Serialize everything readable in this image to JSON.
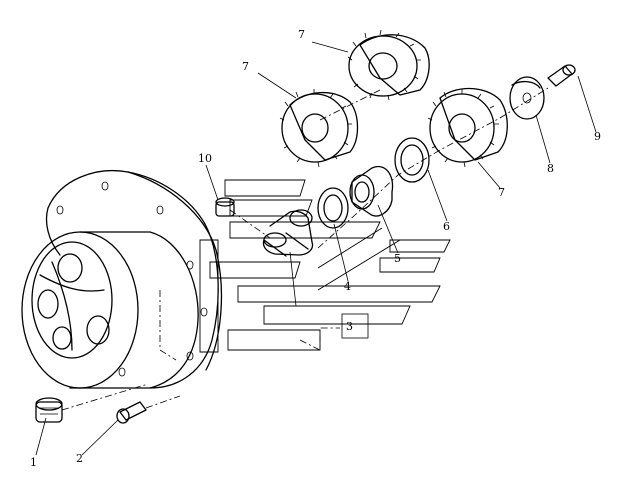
{
  "diagram": {
    "callouts": [
      {
        "id": "1",
        "label": "1"
      },
      {
        "id": "2",
        "label": "2"
      },
      {
        "id": "3",
        "label": "3"
      },
      {
        "id": "4",
        "label": "4"
      },
      {
        "id": "5",
        "label": "5"
      },
      {
        "id": "6",
        "label": "6"
      },
      {
        "id": "7a",
        "label": "7"
      },
      {
        "id": "7b",
        "label": "7"
      },
      {
        "id": "7c",
        "label": "7"
      },
      {
        "id": "8",
        "label": "8"
      },
      {
        "id": "9",
        "label": "9"
      },
      {
        "id": "10",
        "label": "10"
      }
    ]
  }
}
